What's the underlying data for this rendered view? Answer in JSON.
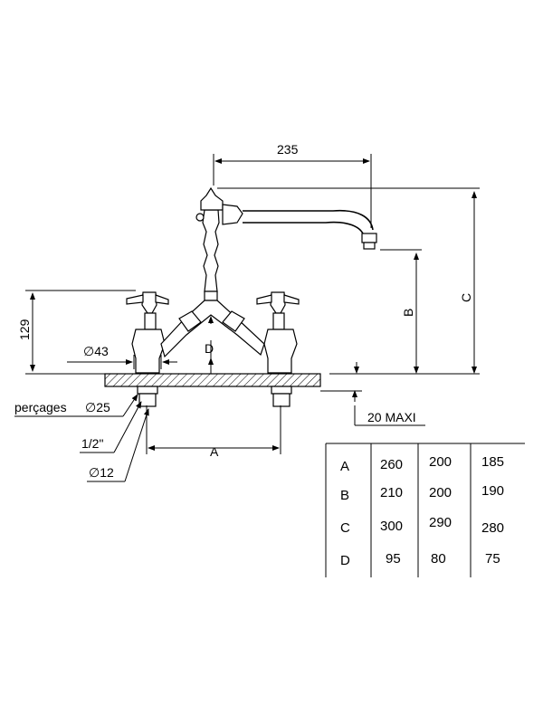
{
  "dimensions": {
    "spout_reach": "235",
    "height_129": "129",
    "diam_43": "∅43",
    "percages": "perçages",
    "diam_25": "∅25",
    "thread": "1/2\"",
    "diam_12": "∅12",
    "max_deck": "20 MAXI",
    "label_a": "A",
    "label_b": "B",
    "label_c": "C",
    "label_d": "D"
  },
  "table": {
    "rows": [
      {
        "key": "A",
        "values": [
          "260",
          "200",
          "185"
        ]
      },
      {
        "key": "B",
        "values": [
          "210",
          "200",
          "190"
        ]
      },
      {
        "key": "C",
        "values": [
          "300",
          "290",
          "280"
        ]
      },
      {
        "key": "D",
        "values": [
          "95",
          "80",
          "75"
        ]
      }
    ]
  }
}
